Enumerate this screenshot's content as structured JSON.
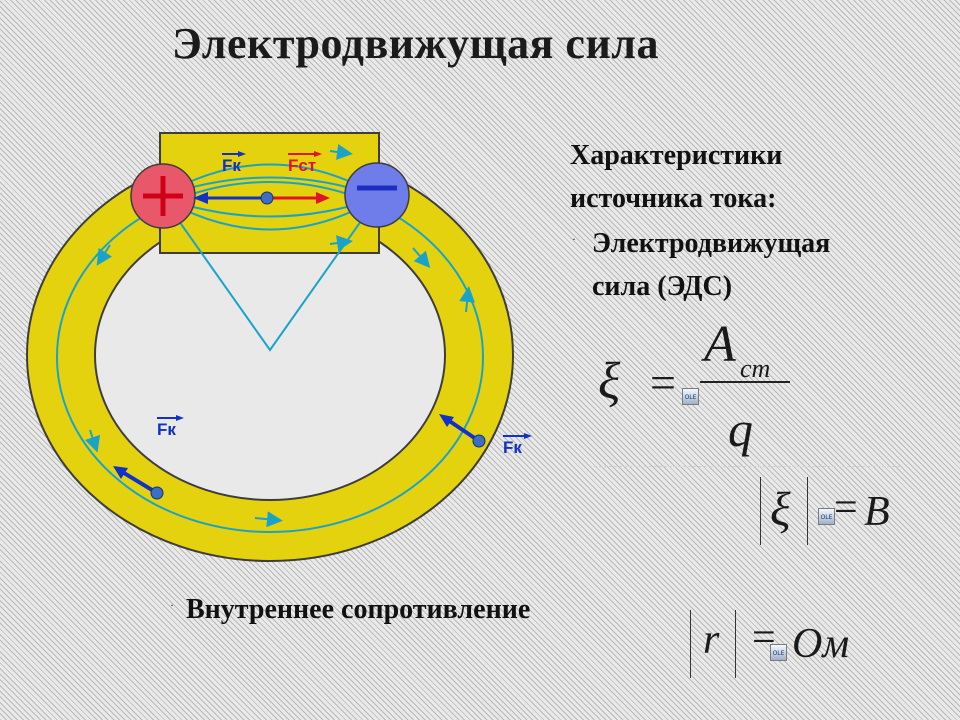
{
  "title": "Электродвижущая сила",
  "characteristics": {
    "line1": "Характеристики",
    "line2": "источника тока:"
  },
  "bullets": [
    {
      "marker": "·",
      "line1": "Электродвижущая",
      "line2": "сила (ЭДС)"
    },
    {
      "marker": "·",
      "line1": "Внутреннее сопротивление"
    }
  ],
  "formula": {
    "lhs": "ξ",
    "eq": "=",
    "numerator": "A",
    "subscript": "ст",
    "denominator": "q"
  },
  "emf_unit": {
    "symbol": "ξ",
    "eq": "=",
    "unit": "В"
  },
  "resistance_unit": {
    "symbol": "r",
    "eq": "=",
    "unit": "Ом"
  },
  "ole_placeholder": "OLE",
  "diagram": {
    "plus_sign": "+",
    "minus_sign": "−",
    "force_labels": {
      "fk_top": "Fк",
      "fst": "Fст",
      "fk_left": "Fк",
      "fk_right": "Fк"
    },
    "colors": {
      "ring": "#e4d20f",
      "positive": "#e8586a",
      "negative": "#6f7dea",
      "field_line": "#1aa3c9",
      "fk_arrow": "#1131c8",
      "fst_arrow": "#e01424"
    }
  }
}
